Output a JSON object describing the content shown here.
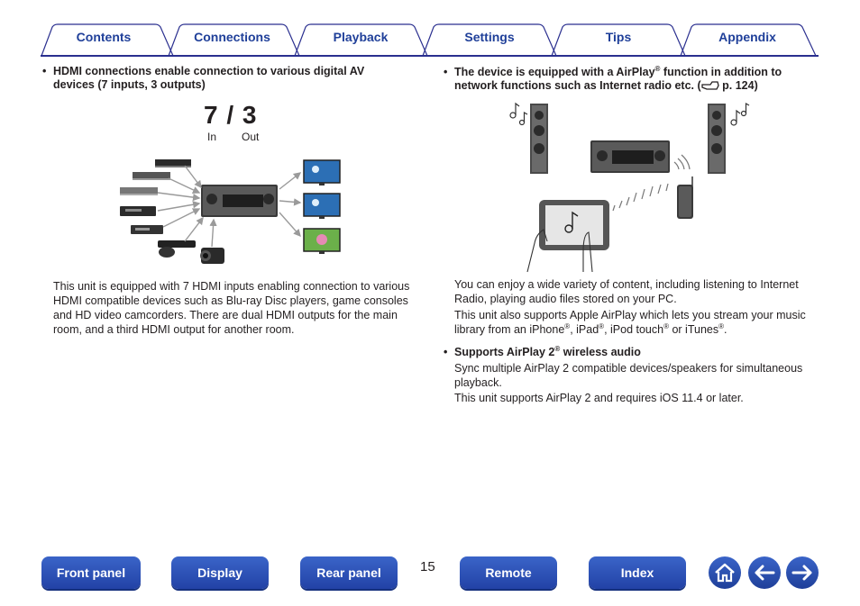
{
  "tabs": [
    {
      "label": "Contents"
    },
    {
      "label": "Connections"
    },
    {
      "label": "Playback"
    },
    {
      "label": "Settings"
    },
    {
      "label": "Tips"
    },
    {
      "label": "Appendix"
    }
  ],
  "left": {
    "bullet": "•",
    "heading_line1": "HDMI connections enable connection to various digital AV",
    "heading_line2": "devices (7 inputs, 3 outputs)",
    "io_big": "7 / 3",
    "io_in": "In",
    "io_out": "Out",
    "body_lines": [
      "This unit is equipped with 7 HDMI inputs enabling connection to various",
      "HDMI compatible devices such as Blu-ray Disc players, game consoles",
      "and HD video camcorders. There are dual HDMI outputs for the main",
      "room, and a third HDMI output for another room."
    ]
  },
  "right": {
    "bullet": "•",
    "airplay_head_a": "The device is equipped with a AirPlay",
    "airplay_head_b": " function in addition to",
    "airplay_head_line2a": "network functions such as Internet radio etc.  (",
    "airplay_head_line2b": " p. 124)",
    "reg": "®",
    "para1_line1": "You can enjoy a wide variety of content, including listening to Internet",
    "para1_line2": "Radio, playing audio files stored on your PC.",
    "para2_line1": "This unit also supports Apple AirPlay which lets you stream your music",
    "para2_line2a": "library from an iPhone",
    "para2_line2b": ", iPad",
    "para2_line2c": ", iPod touch",
    "para2_line2d": " or iTunes",
    "para2_line2e": ".",
    "airplay2_head_a": "Supports AirPlay 2",
    "airplay2_head_b": " wireless audio",
    "airplay2_line1": "Sync multiple AirPlay 2 compatible devices/speakers for simultaneous",
    "airplay2_line2": "playback.",
    "airplay2_line3": "This unit supports AirPlay 2 and requires iOS 11.4 or later."
  },
  "footer": {
    "front_panel": "Front panel",
    "display": "Display",
    "rear_panel": "Rear panel",
    "page_number": "15",
    "remote": "Remote",
    "index": "Index"
  },
  "icons": {
    "home": "home-icon",
    "back": "arrow-left-icon",
    "forward": "arrow-right-icon"
  },
  "colors": {
    "tab_text": "#1f3f99",
    "rule": "#2a2f8f",
    "button_blue": "#2a4fb8"
  }
}
